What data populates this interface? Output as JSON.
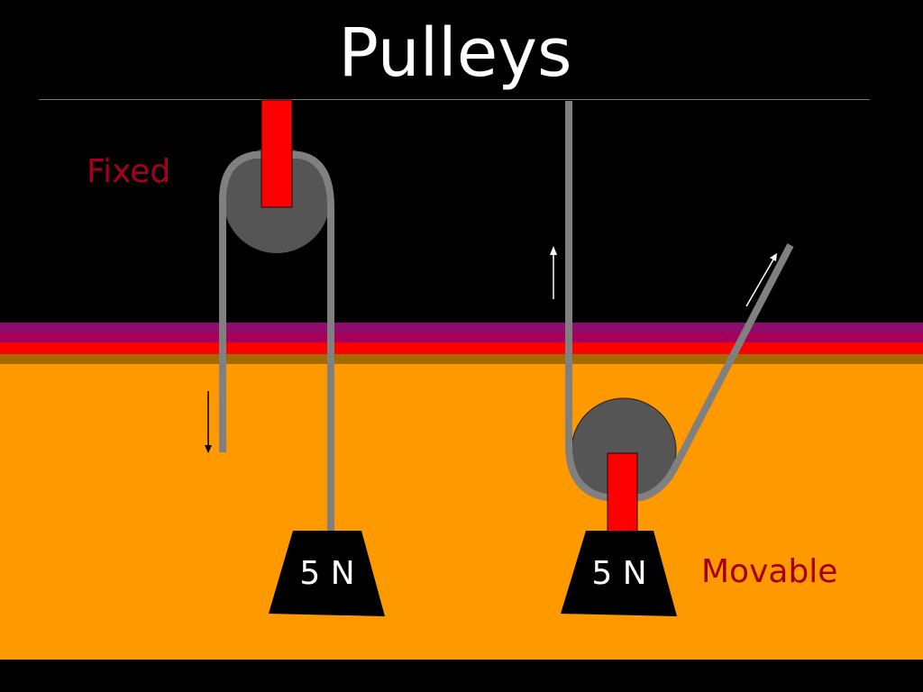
{
  "slide": {
    "title": "Pulleys",
    "fixed_label": "Fixed",
    "movable_label": "Movable",
    "fixed_weight": "5 N",
    "movable_weight": "5 N"
  },
  "colors": {
    "background": "#000000",
    "ground": "#ff9900",
    "pulley_wheel": "#555555",
    "rope": "#808080",
    "bracket": "#ff0000",
    "label_red": "#a50021"
  }
}
